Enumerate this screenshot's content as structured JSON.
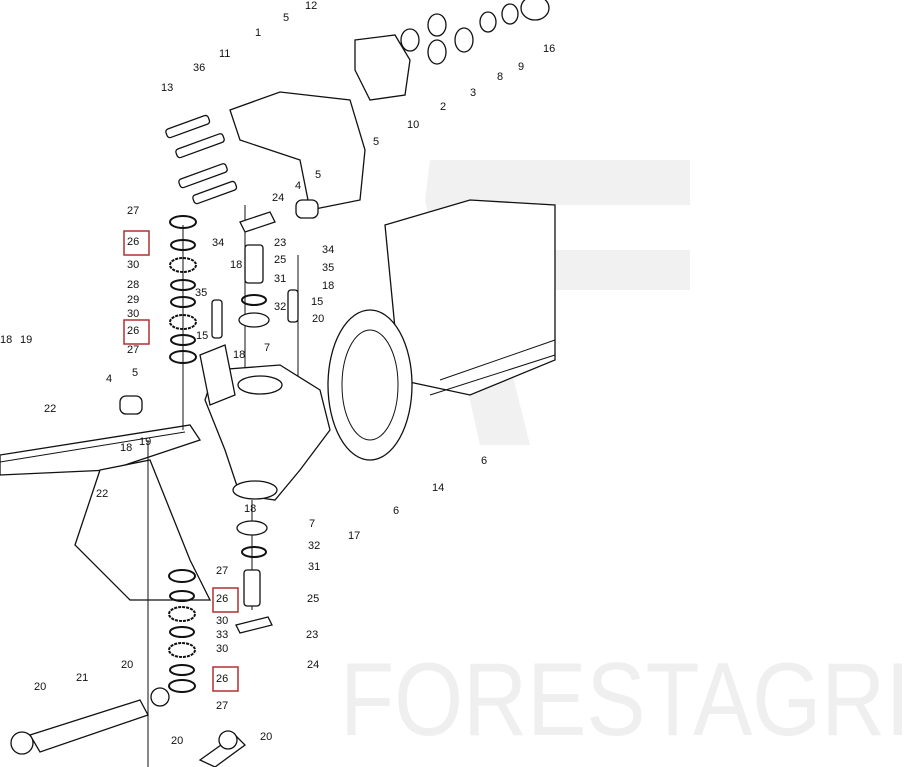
{
  "diagram": {
    "title": "Front axle steering knuckle exploded parts view",
    "watermark": "FORESTAGRI",
    "highlight_color": "#b03030",
    "highlighted_part": "26",
    "labels": [
      "12",
      "5",
      "16",
      "1",
      "11",
      "36",
      "13",
      "9",
      "8",
      "3",
      "2",
      "10",
      "5",
      "5",
      "4",
      "24",
      "27",
      "26",
      "34",
      "23",
      "34",
      "25",
      "18",
      "30",
      "35",
      "31",
      "28",
      "18",
      "35",
      "15",
      "29",
      "32",
      "20",
      "30",
      "26",
      "15",
      "27",
      "7",
      "18",
      "18",
      "19",
      "4",
      "5",
      "22",
      "6",
      "14",
      "6",
      "18",
      "19",
      "22",
      "17",
      "18",
      "7",
      "32",
      "31",
      "27",
      "26",
      "25",
      "30",
      "33",
      "23",
      "30",
      "24",
      "20",
      "26",
      "27",
      "21",
      "20",
      "20",
      "20"
    ]
  }
}
